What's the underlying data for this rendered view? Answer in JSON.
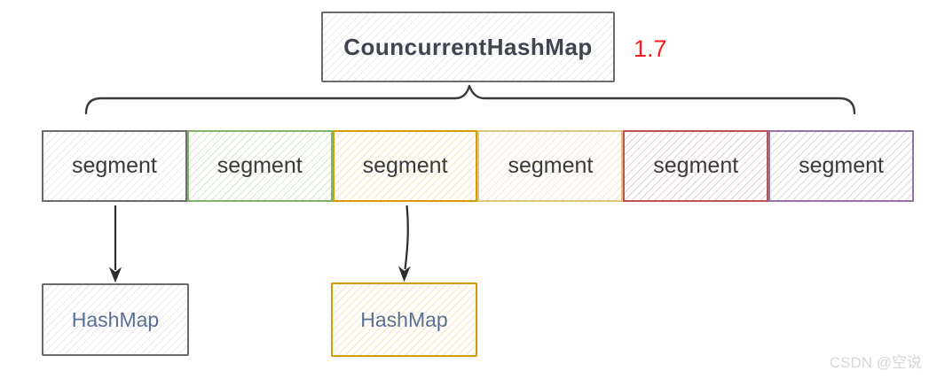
{
  "title": {
    "label": "CouncurrentHashMap",
    "version": "1.7"
  },
  "segments": [
    {
      "label": "segment",
      "theme": "gray"
    },
    {
      "label": "segment",
      "theme": "green"
    },
    {
      "label": "segment",
      "theme": "orange"
    },
    {
      "label": "segment",
      "theme": "yellow"
    },
    {
      "label": "segment",
      "theme": "red"
    },
    {
      "label": "segment",
      "theme": "purple"
    }
  ],
  "hashmaps": [
    {
      "label": "HashMap",
      "theme": "gray",
      "parent_segment_index": 0
    },
    {
      "label": "HashMap",
      "theme": "orange",
      "parent_segment_index": 2
    }
  ],
  "palette": {
    "gray_border": "#6b6b6b",
    "green_border": "#82b366",
    "orange_border": "#d79b00",
    "yellow_border": "#dcc77e",
    "red_border": "#b85450",
    "purple_border": "#9673a6",
    "version_red": "#fb1b1b",
    "connector": "#3c3c3c",
    "text_dark": "#3a3a3a",
    "hashmap_text": "#5a7093",
    "watermark_gray": "#d7d7d7"
  },
  "watermark": "CSDN @空说"
}
